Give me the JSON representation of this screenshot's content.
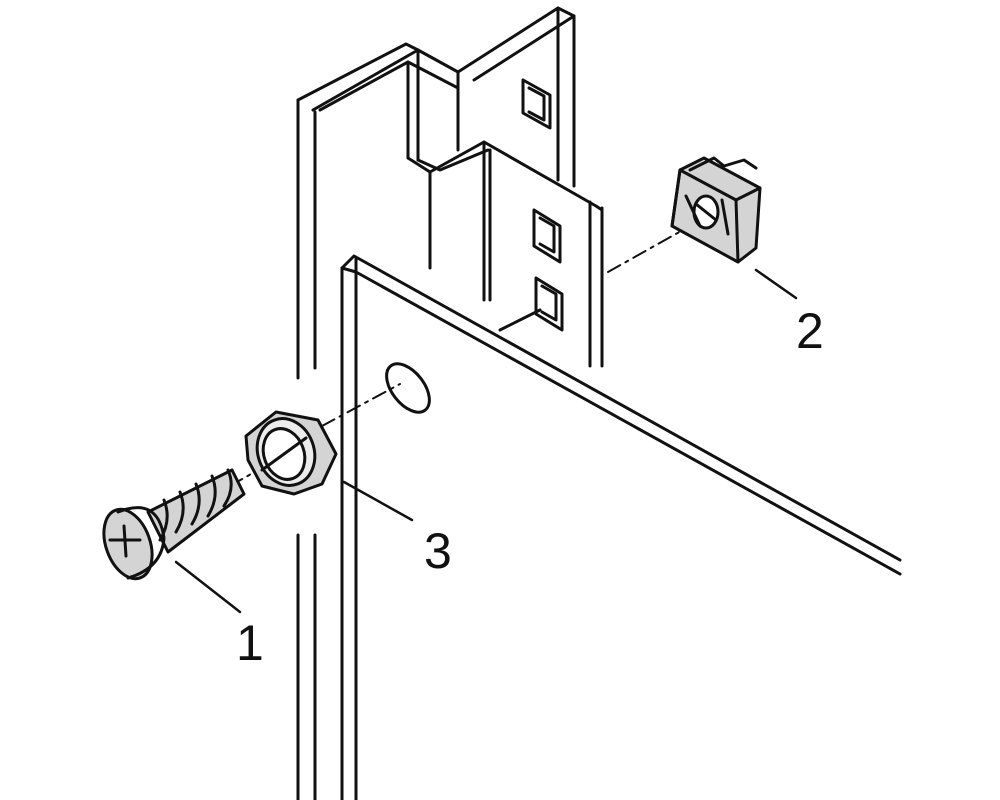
{
  "illustration": {
    "subject": "cage-nut-screw-washer-mounting",
    "line_color": "#111111",
    "fill_color": "#ffffff",
    "part_shade_color": "#d4d4d4"
  },
  "callouts": [
    {
      "id": "1",
      "label": "1",
      "part": "screw"
    },
    {
      "id": "2",
      "label": "2",
      "part": "cage-nut"
    },
    {
      "id": "3",
      "label": "3",
      "part": "washer"
    }
  ]
}
